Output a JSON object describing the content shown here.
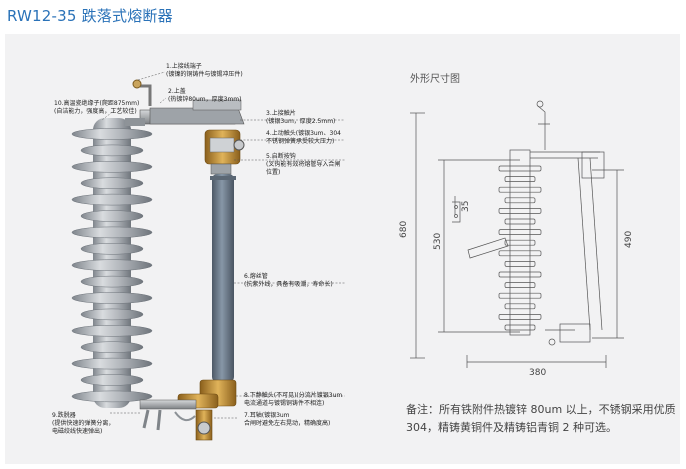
{
  "title": "RW12-35 跌落式熔断器",
  "callouts": {
    "c1": {
      "l1": "1.上接线端子",
      "l2": "(镀镍的铜铸件与镀锡冲压件)"
    },
    "c2": {
      "l1": "2.上盖",
      "l2": "(热镀锌80um，厚度3mm)"
    },
    "c3": {
      "l1": "3.上接触片",
      "l2": "(镀银3um，厚度2.5mm)"
    },
    "c4": {
      "l1": "4.上动触头(镀银3um、304",
      "l2": "不锈钢弹簧承受较大压力)"
    },
    "c5": {
      "l1": "5.启断按钩",
      "l2": "(叉钩能有效将熔管导入合闸",
      "l3": "位置)"
    },
    "c6": {
      "l1": "6.熔丝管",
      "l2": "(抗紫外线，具备有吸潮，寿命长)"
    },
    "c8": {
      "l1": "8.下静触头(不可见)(分流片镀银3um",
      "l2": "电流通道与镀锡铜铸件不相连)"
    },
    "c7": {
      "l1": "7.耳轴(镀银3um",
      "l2": "合闸时避免左右晃动，精确度高)"
    },
    "c9": {
      "l1": "9.跌脱器",
      "l2": "(提供快速的弹簧分离，",
      "l3": "电磁绞线快速弹出)"
    },
    "c10": {
      "l1": "10.高温瓷绝缘子(爬距875mm)",
      "l2": "(自洁能力，强度高，工艺较佳)"
    }
  },
  "outline": {
    "title": "外形尺寸图",
    "dimensions": {
      "d680": "680",
      "d530": "530",
      "d35": "35",
      "d490": "490",
      "d380": "380"
    }
  },
  "note": "备注：所有铁附件热镀锌 80um 以上，不锈钢采用优质 304，精铸黄铜件及精铸铝青铜 2 种可选。",
  "colors": {
    "title_blue": "#2a72b8",
    "porcelain": "#a9adb2",
    "fuse_tube": "#6d7c8c",
    "brass": "#b8862e",
    "panel_bg": "#f2f2f3"
  }
}
